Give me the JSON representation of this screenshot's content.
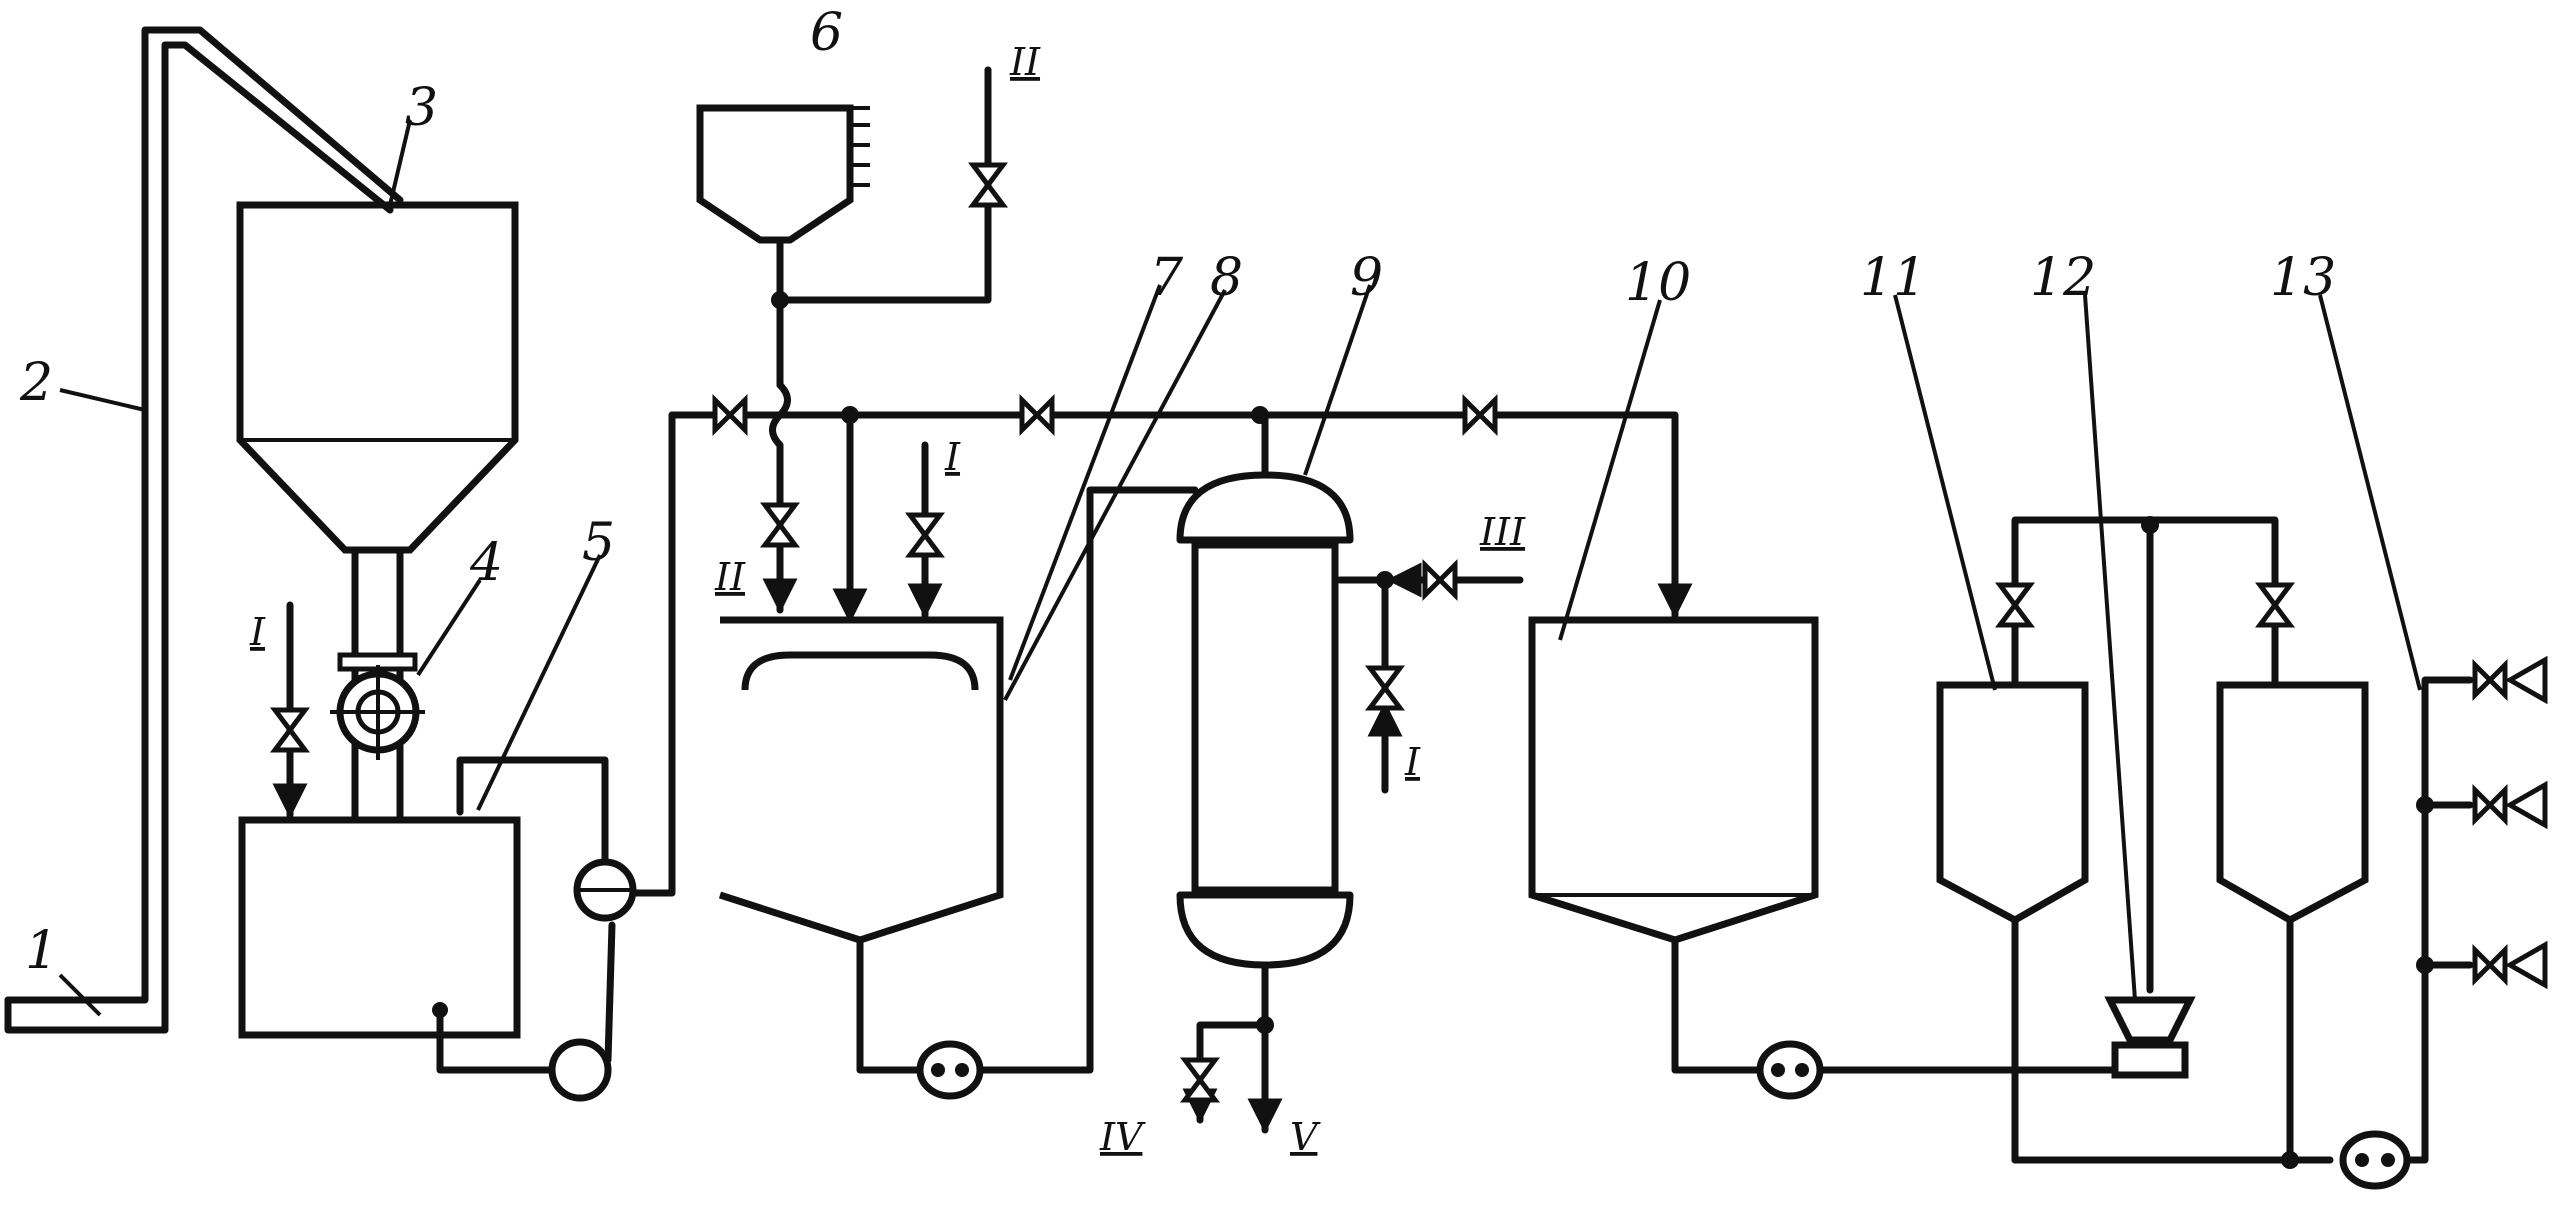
{
  "labels": {
    "n1": "1",
    "n2": "2",
    "n3": "3",
    "n4": "4",
    "n5": "5",
    "n6": "6",
    "n7": "7",
    "n8": "8",
    "n9": "9",
    "n10": "10",
    "n11": "11",
    "n12": "12",
    "n13": "13"
  },
  "streams": {
    "s_I_a": "I",
    "s_I_b": "I",
    "s_I_c": "I",
    "s_II_a": "II",
    "s_II_b": "II",
    "s_III": "III",
    "s_IV": "IV",
    "s_V": "V"
  }
}
